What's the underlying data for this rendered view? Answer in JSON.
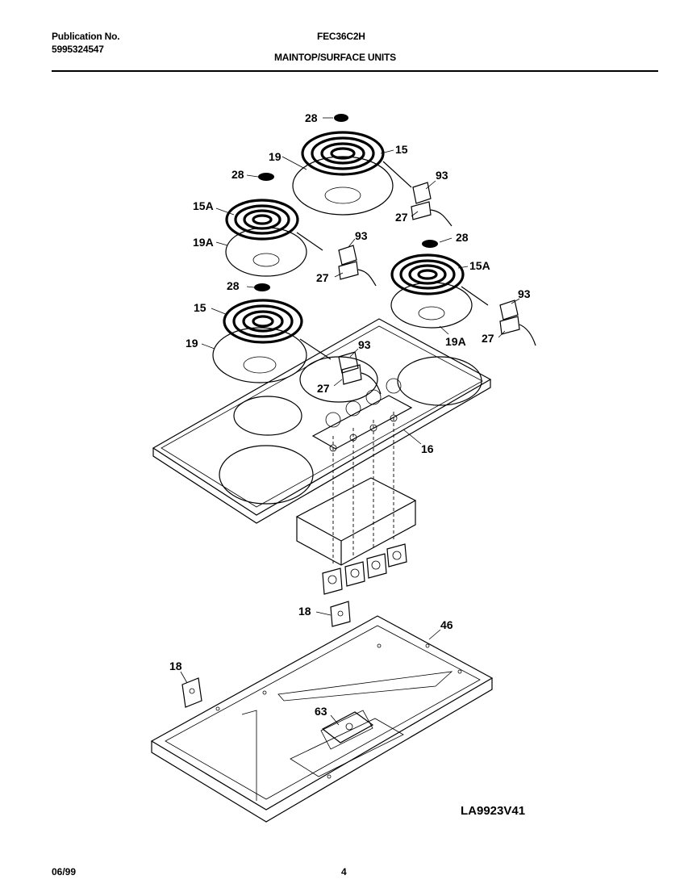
{
  "header": {
    "publication_label": "Publication No.",
    "publication_number": "5995324547",
    "model": "FEC36C2H",
    "section_title": "MAINTOP/SURFACE UNITS"
  },
  "footer": {
    "date": "06/99",
    "page_number": "4"
  },
  "figure_id": "LA9923V41",
  "callouts": {
    "c28_top": "28",
    "c19_top": "19",
    "c15_top": "15",
    "c28_left": "28",
    "c93_top": "93",
    "c27_top": "27",
    "c15a_left": "15A",
    "c19a_left": "19A",
    "c93_mid": "93",
    "c27_mid": "27",
    "c28_right": "28",
    "c15a_right": "15A",
    "c28_low": "28",
    "c93_right": "93",
    "c15_low": "15",
    "c27_right": "27",
    "c19a_right": "19A",
    "c19_low": "19",
    "c93_low": "93",
    "c27_low": "27",
    "c16": "16",
    "c18_mid": "18",
    "c46": "46",
    "c18_left": "18",
    "c63": "63"
  }
}
